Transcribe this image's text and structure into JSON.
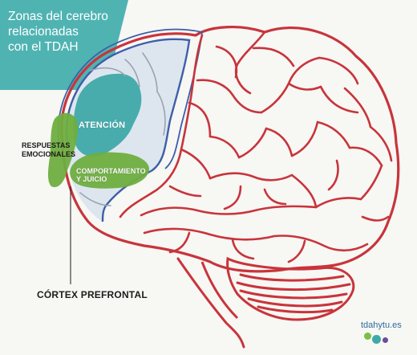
{
  "title": {
    "lines": [
      "Zonas del cerebro",
      "relacionadas",
      "con el TDAH"
    ]
  },
  "labels": {
    "atencion": "ATENCIÓN",
    "respuestas": [
      "RESPUESTAS",
      "EMOCIONALES"
    ],
    "comportamiento": [
      "COMPORTAMIENTO",
      "Y JUICIO"
    ],
    "cortex": "CÓRTEX PREFRONTAL"
  },
  "logo": {
    "text": "tdahytu.es"
  },
  "colors": {
    "banner": "#4fb3b2",
    "outline_red": "#c8343b",
    "outline_blue": "#3e5fa8",
    "teal_zone": "#3fa9a8",
    "green_zone": "#6fae3f",
    "cerebellum": "#c8343b",
    "background": "#f7f7f4"
  },
  "icons": {
    "logo_mark": "three-dots-logo-icon"
  }
}
